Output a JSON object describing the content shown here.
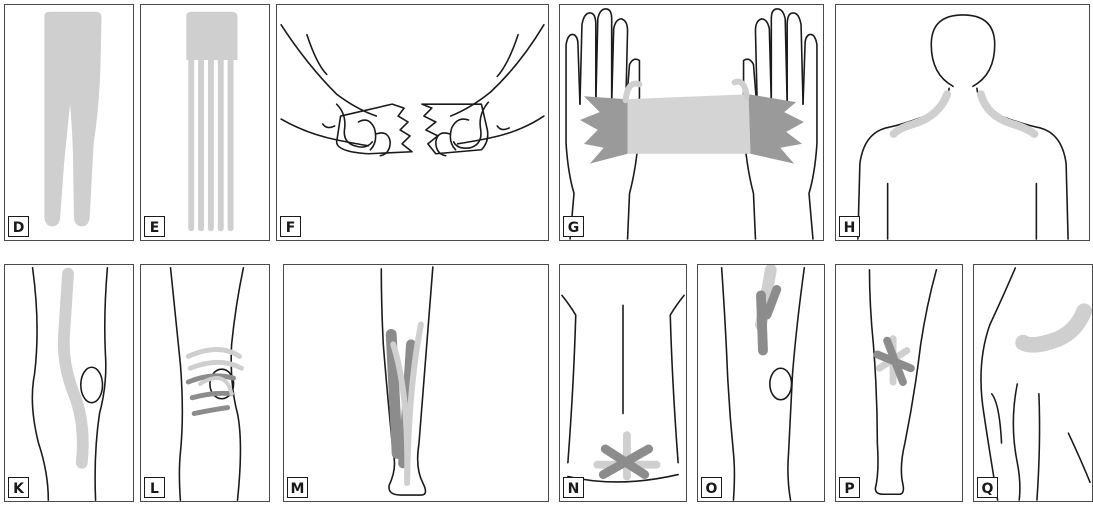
{
  "colors": {
    "outline": "#1a1a1a",
    "tape_light": "#cfcfcf",
    "tape_dark": "#8c8c8c",
    "frame": "#4a4a4a"
  },
  "panels": [
    {
      "label": "D"
    },
    {
      "label": "E"
    },
    {
      "label": "F"
    },
    {
      "label": "G"
    },
    {
      "label": "H"
    },
    {
      "label": "K"
    },
    {
      "label": "L"
    },
    {
      "label": "M"
    },
    {
      "label": "N"
    },
    {
      "label": "O"
    },
    {
      "label": "P"
    },
    {
      "label": "Q"
    }
  ]
}
